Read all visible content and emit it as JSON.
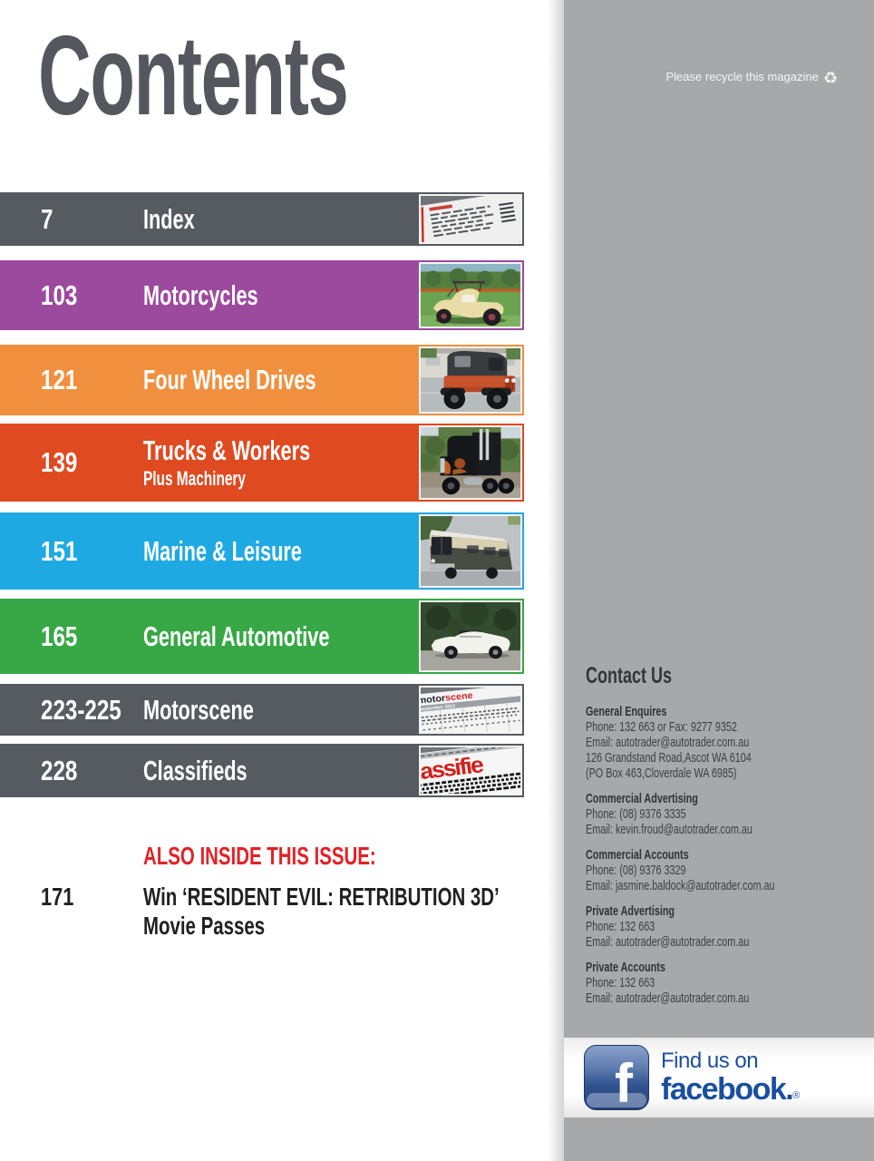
{
  "page": {
    "title": "Contents"
  },
  "contents": {
    "rows": [
      {
        "number": "7",
        "label": "Index",
        "color": "#565b61",
        "thumb": "index-listing"
      },
      {
        "number": "103",
        "label": "Motorcycles",
        "color": "#9c4a9e",
        "thumb": "cream-trike-photo"
      },
      {
        "number": "121",
        "label": "Four Wheel Drives",
        "color": "#f0903e",
        "thumb": "red-jeep-photo"
      },
      {
        "number": "139",
        "label": "Trucks & Workers",
        "sublabel": "Plus Machinery",
        "color": "#df4a21",
        "thumb": "black-truck-photo"
      },
      {
        "number": "151",
        "label": "Marine & Leisure",
        "color": "#1fa9e3",
        "thumb": "motorhome-bus-photo"
      },
      {
        "number": "165",
        "label": "General Automotive",
        "color": "#37a845",
        "thumb": "white-convertible-photo"
      },
      {
        "number": "223-225",
        "label": "Motorscene",
        "color": "#565b61",
        "thumb": "motorscene-page",
        "thumb_text_black": "motor",
        "thumb_text_red": "scene",
        "thumb_text_date": "September 2012"
      },
      {
        "number": "228",
        "label": "Classifieds",
        "color": "#565b61",
        "thumb": "classifieds-page",
        "thumb_text": "lassifie"
      }
    ],
    "also_inside": {
      "heading": "ALSO INSIDE THIS ISSUE:",
      "number": "171",
      "line1": "Win ‘RESIDENT EVIL: RETRIBUTION 3D’",
      "line2": "Movie Passes"
    }
  },
  "sidebar": {
    "recycle_note": "Please recycle this magazine",
    "recycle_icon": "♻",
    "contact": {
      "heading": "Contact Us",
      "groups": [
        {
          "title": "General Enquires",
          "lines": [
            "Phone: 132 663 or Fax: 9277 9352",
            "Email: autotrader@autotrader.com.au",
            "126 Grandstand Road,Ascot WA 6104",
            "(PO Box 463,Cloverdale WA 6985)"
          ]
        },
        {
          "title": "Commercial Advertising",
          "lines": [
            "Phone: (08) 9376 3335",
            "Email: kevin.froud@autotrader.com.au"
          ]
        },
        {
          "title": "Commercial Accounts",
          "lines": [
            "Phone: (08) 9376 3329",
            "Email: jasmine.baldock@autotrader.com.au"
          ]
        },
        {
          "title": "Private Advertising",
          "lines": [
            "Phone: 132 663",
            "Email: autotrader@autotrader.com.au"
          ]
        },
        {
          "title": "Private Accounts",
          "lines": [
            "Phone: 132 663",
            "Email: autotrader@autotrader.com.au"
          ]
        }
      ]
    },
    "facebook": {
      "line1": "Find us on",
      "line2": "facebook.",
      "registered": "®",
      "logo_letter": "f"
    }
  },
  "colors": {
    "title_gray": "#54585e",
    "row_gray": "#565b61",
    "purple": "#9c4a9e",
    "orange": "#f0903e",
    "red": "#df4a21",
    "blue": "#1fa9e3",
    "green": "#37a845",
    "accent_red": "#e32126",
    "sidebar_gray": "#a6a8aa",
    "facebook_blue": "#1a4f9e"
  }
}
